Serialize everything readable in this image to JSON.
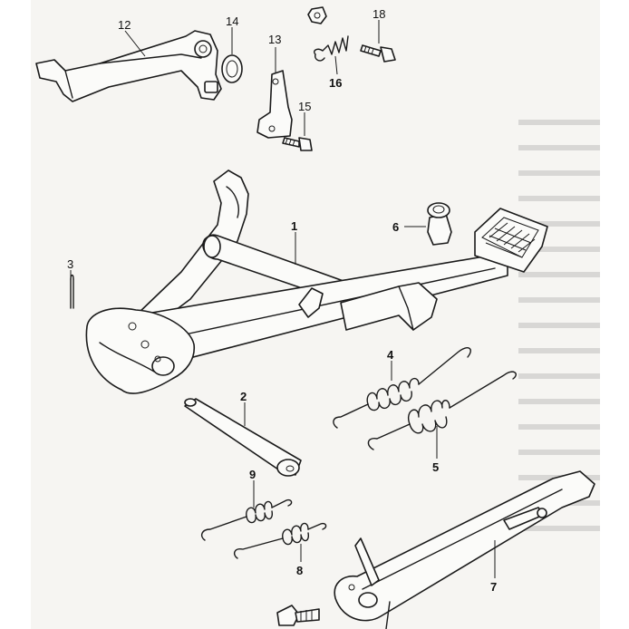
{
  "callouts": {
    "p1": "1",
    "p2": "2",
    "p3": "3",
    "p4": "4",
    "p5": "5",
    "p6": "6",
    "p7": "7",
    "p8": "8",
    "p9": "9",
    "p12": "12",
    "p13": "13",
    "p14": "14",
    "p15": "15",
    "p16": "16",
    "p18": "18"
  },
  "colors": {
    "ink": "#1a1a1a",
    "paper": "#f6f5f2"
  }
}
